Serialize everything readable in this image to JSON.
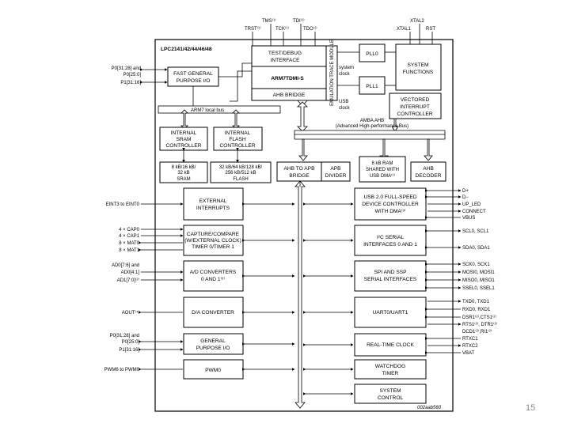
{
  "chip_title": "LPC2141/42/44/46/48",
  "figure_code": "002aab560",
  "page_number": "15",
  "top_pins": {
    "tms": "TMS⁽¹⁾",
    "tdi": "TDI⁽¹⁾",
    "trst": "TRST⁽¹⁾",
    "tck": "TCK⁽¹⁾",
    "tdo": "TDO⁽¹⁾",
    "xtal2": "XTAL2",
    "xtal1": "XTAL1",
    "rst": "RST"
  },
  "blocks": {
    "test_debug": [
      "TEST/DEBUG",
      "INTERFACE"
    ],
    "arm_core": "ARM7TDMI-S",
    "ahb_bridge": "AHB BRIDGE",
    "emulation_trace": "EMULATION TRACE MODULE",
    "pll0": "PLL0",
    "pll1": "PLL1",
    "system_clock": [
      "system",
      "clock"
    ],
    "usb_clock": [
      "USB",
      "clock"
    ],
    "system_functions": [
      "SYSTEM",
      "FUNCTIONS"
    ],
    "vic": [
      "VECTORED",
      "INTERRUPT",
      "CONTROLLER"
    ],
    "fast_gpio": [
      "FAST GENERAL",
      "PURPOSE I/O"
    ],
    "arm7_bus": "ARM7 local bus",
    "sram_ctrl": [
      "INTERNAL",
      "SRAM",
      "CONTROLLER"
    ],
    "flash_ctrl": [
      "INTERNAL",
      "FLASH",
      "CONTROLLER"
    ],
    "amba_ahb": [
      "AMBA AHB",
      "(Advanced High-performance Bus)"
    ],
    "sram": [
      "8 kB/16 kB/",
      "32 kB",
      "SRAM"
    ],
    "flash": [
      "32 kB/64 kB/128 kB/",
      "256 kB/512 kB",
      "FLASH"
    ],
    "ahb_to_apb": [
      "AHB TO APB",
      "BRIDGE"
    ],
    "apb_divider": [
      "APB",
      "DIVIDER"
    ],
    "usb_ram": [
      "8 kB RAM",
      "SHARED WITH",
      "USB DMA⁽¹⁾"
    ],
    "ahb_decoder": [
      "AHB",
      "DECODER"
    ],
    "ext_interrupts": [
      "EXTERNAL",
      "INTERRUPTS"
    ],
    "capture_compare": [
      "CAPTURE/COMPARE",
      "(W/EXTERNAL CLOCK)",
      "TIMER 0/TIMER 1"
    ],
    "adc": [
      "A/D CONVERTERS",
      "0 AND 1⁽²⁾"
    ],
    "dac": "D/A CONVERTER",
    "gpio": [
      "GENERAL",
      "PURPOSE I/O"
    ],
    "pwm": "PWM0",
    "usb_device": [
      "USB 2.0 FULL-SPEED",
      "DEVICE CONTROLLER",
      "WITH DMA⁽³⁾"
    ],
    "i2c": [
      "I²C SERIAL",
      "INTERFACES 0 AND 1"
    ],
    "spi_ssp": [
      "SPI AND SSP",
      "SERIAL INTERFACES"
    ],
    "uart": "UART0/UART1",
    "rtc": "REAL-TIME CLOCK",
    "watchdog": [
      "WATCHDOG",
      "TIMER"
    ],
    "sys_control": [
      "SYSTEM",
      "CONTROL"
    ]
  },
  "left_signals": {
    "fast_gpio": [
      "P0[31:28] and",
      "P0[25:0]",
      "P1[31:16]"
    ],
    "ext_int": "EINT3 to EINT0",
    "capture": [
      "4 × CAP0",
      "4 × CAP1",
      "8 × MAT0",
      "8 × MAT1"
    ],
    "adc": [
      "AD0[7:6] and",
      "AD0[4:1]",
      "AD1[7:0]⁽²⁾"
    ],
    "dac": "AOUT⁽⁴⁾",
    "gpio": [
      "P0[31:28] and",
      "P0[25:0]",
      "P1[31:16]"
    ],
    "pwm": "PWM6 to PWM0"
  },
  "right_signals": {
    "usb": [
      "D+",
      "D−",
      "UP_LED",
      "CONNECT",
      "VBUS"
    ],
    "i2c": [
      "SCL0, SCL1",
      "SDA0, SDA1"
    ],
    "spi": [
      "SCK0, SCK1",
      "MOSI0, MOSI1",
      "MISO0, MISO1",
      "SSEL0, SSEL1"
    ],
    "uart": [
      "TXD0, TXD1",
      "RXD0, RXD1",
      "DSR1⁽²⁾,CTS1⁽²⁾",
      "RTS1⁽²⁾, DTR1⁽²⁾",
      "DCD1⁽²⁾,RI1⁽²⁾"
    ],
    "rtc": [
      "RTXC1",
      "RTXC2",
      "VBAT"
    ]
  }
}
